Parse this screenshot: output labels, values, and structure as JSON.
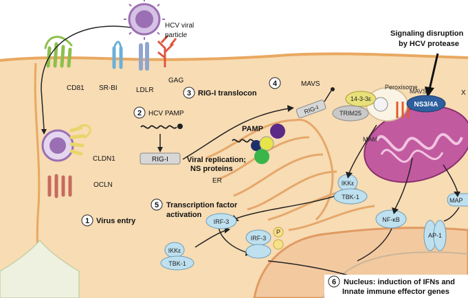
{
  "labels": {
    "hcv_particle": [
      "HCV viral",
      "particle"
    ],
    "cd81": "CD81",
    "srbi": "SR-BI",
    "ldlr": "LDLR",
    "gag": "GAG",
    "cldn1": "CLDN1",
    "ocln": "OCLN",
    "signaling_disruption": [
      "Signaling disruption",
      "by HCV protease"
    ],
    "rig_translocon": "RIG-I translocon",
    "mavs_top": "MAVS",
    "hcv_pamp": "HCV PAMP",
    "rig_i": "RIG-I",
    "rig_i_small": "RIG-I",
    "protein_1433": "14-3-3ε",
    "trim25": "TRIM25",
    "peroxisome": "Peroxisome",
    "mavs_right": "MAVS",
    "ns3_4a": "NS3/4A",
    "mam": "MAM",
    "pamp": "PAMP",
    "viral_replication": [
      "Viral replication;",
      "NS proteins"
    ],
    "er": "ER",
    "ikke_1": "IKKε",
    "tbk1_1": "TBK-1",
    "nfkb": "NF-κB",
    "map": "MAP",
    "ap1": "AP-1",
    "transcription": [
      "Transcription factor",
      "activation"
    ],
    "irf3_a": "IRF-3",
    "irf3_b": "IRF-3",
    "p": "P",
    "ikke_2": "IKKε",
    "tbk1_2": "TBK-1",
    "virus_entry": "Virus entry",
    "nucleus": [
      "Nucleus: induction of IFNs and",
      "Innate immune effector genes"
    ],
    "x_edge": "X"
  },
  "steps": [
    "1",
    "2",
    "3",
    "4",
    "5",
    "6"
  ],
  "colors": {
    "cytoplasm": "#f7dcb4",
    "membrane": "#e9a860",
    "virus": "#9b6fb3",
    "cd81": "#8dbf4c",
    "srbi": "#6ab0d8",
    "ldlr": "#8ea6d0",
    "gag": "#e0553f",
    "cldn1": "#e8d66a",
    "ocln": "#c76a5e",
    "mito": "#c25aa0",
    "ns3_4a": "#2f5f9e",
    "protein_blue": "#bfe0ef",
    "protein_grey": "#d7d7d7"
  }
}
